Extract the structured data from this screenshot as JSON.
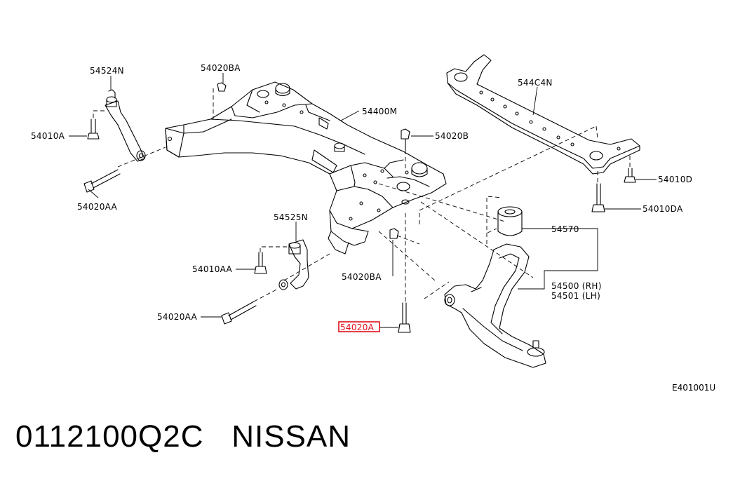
{
  "diagram": {
    "labels": {
      "p54524N": "54524N",
      "p54020BA_top": "54020BA",
      "p54400M": "54400M",
      "p544C4N": "544C4N",
      "p54010A_left": "54010A",
      "p54020B": "54020B",
      "p54010D": "54010D",
      "p54020AA_left": "54020AA",
      "p54010DA": "54010DA",
      "p54525N": "54525N",
      "p54570": "54570",
      "p54010AA": "54010AA",
      "p54020BA_mid": "54020BA",
      "p54500": "54500 (RH)",
      "p54501": "54501 (LH)",
      "p54020AA_bottom": "54020AA",
      "p54020A": "54020A"
    },
    "figure_code": "E401001U",
    "highlight_color": "#e0101a"
  },
  "caption": {
    "part_number": "0112100Q2C",
    "brand": "NISSAN"
  }
}
